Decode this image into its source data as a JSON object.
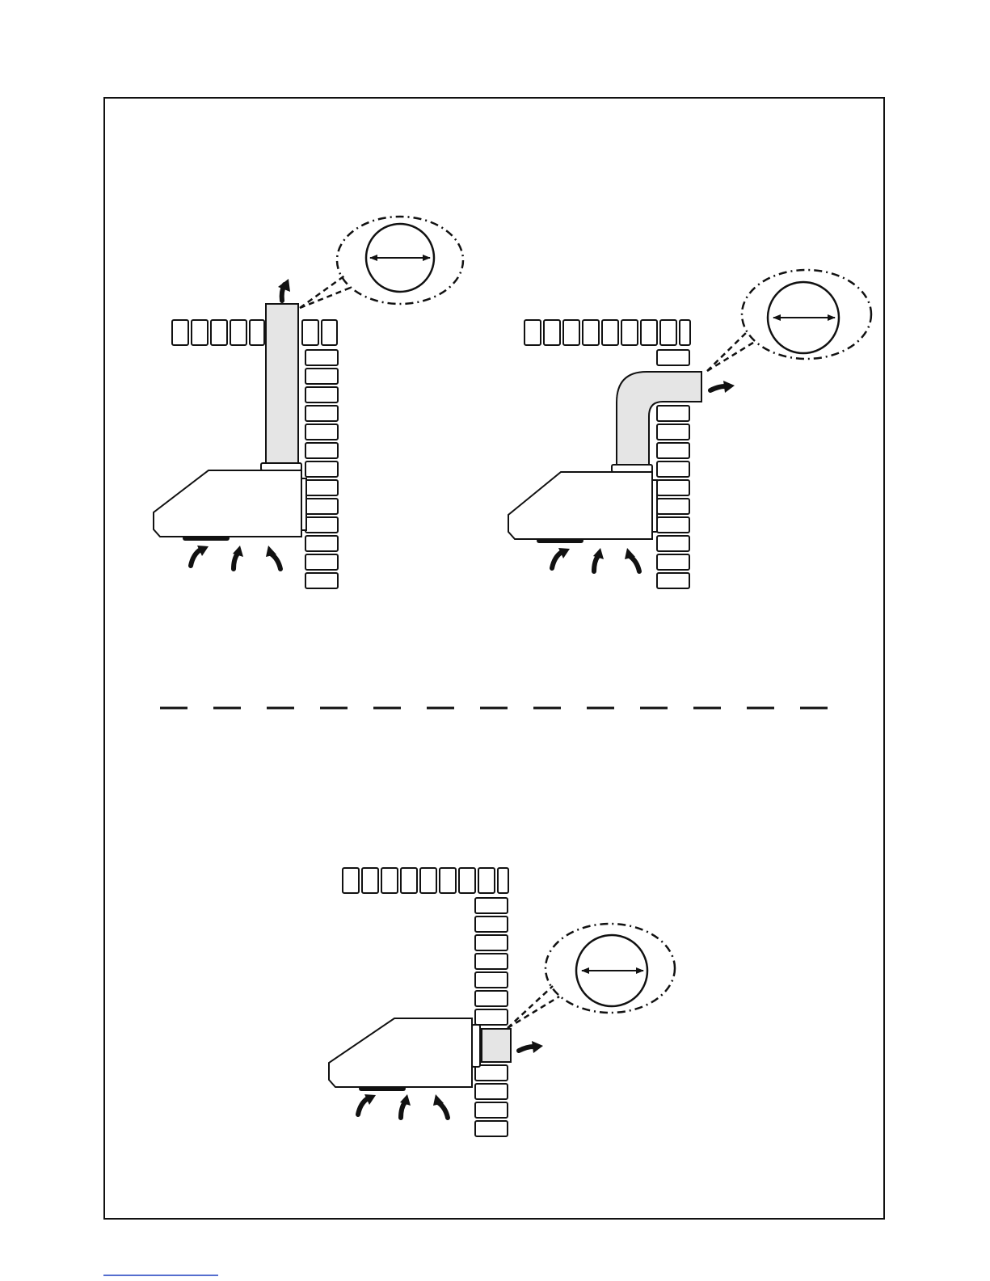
{
  "figure": {
    "panels": [
      {
        "id": "vertical-duct-through-ceiling"
      },
      {
        "id": "elbow-duct-through-wall-top"
      },
      {
        "id": "direct-rear-duct-through-wall"
      }
    ]
  },
  "colors": {
    "line": "#111111",
    "duct_fill": "#e5e5e5",
    "background": "#ffffff",
    "footer_line": "#1d3fbf"
  },
  "icons": [
    "air-intake-arrow-icon",
    "exhaust-arrow-icon",
    "duct-diameter-callout-icon",
    "double-arrow-icon"
  ]
}
